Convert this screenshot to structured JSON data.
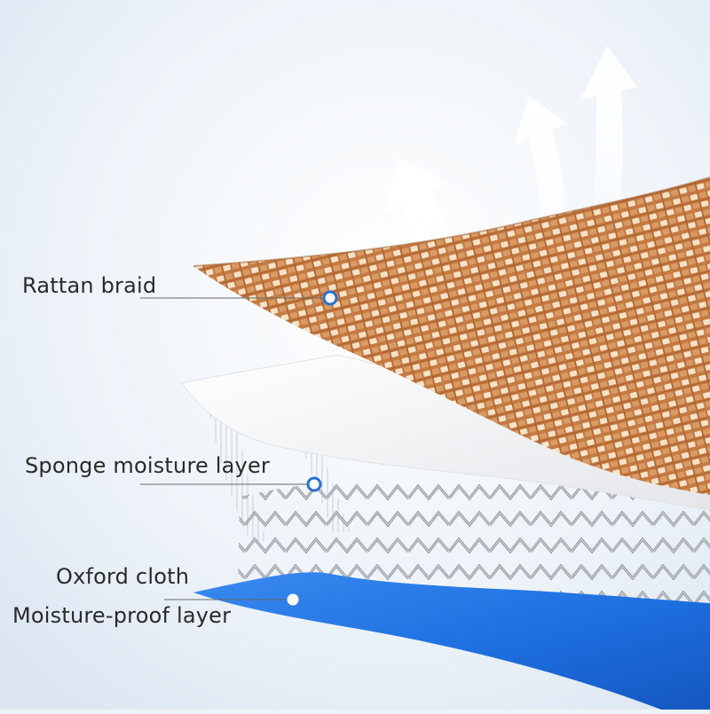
{
  "labels": {
    "rattan": "Rattan braid",
    "sponge": "Sponge moisture layer",
    "oxford": "Oxford cloth",
    "moisture_proof": "Moisture-proof layer"
  },
  "colors": {
    "background": "#eef3f9",
    "rattan_base": "#c9814a",
    "rattan_strand": "#f4dcc2",
    "mesh": "#8c8f95",
    "sponge_sheet": "#f7f7f7",
    "oxford_blue": "#1e6fe0",
    "marker_ring": "#2a6fd6",
    "arrow": "#ffffff"
  },
  "icons": {
    "airflow": "up-arrow-icon",
    "marker": "circle-marker-icon"
  }
}
